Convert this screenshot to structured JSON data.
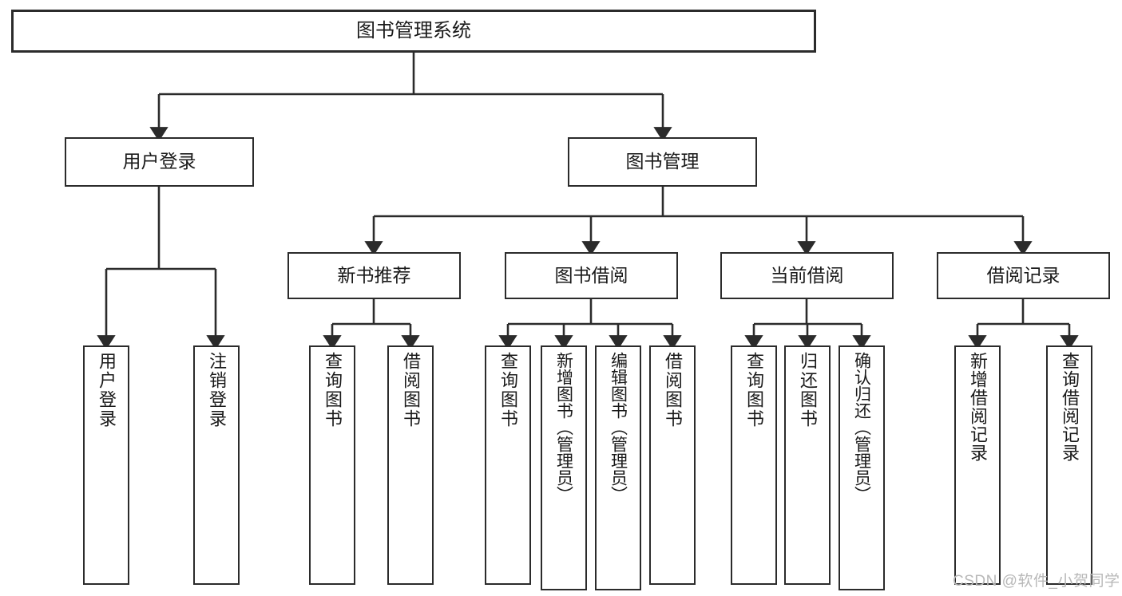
{
  "diagram": {
    "type": "hierarchy-tree",
    "title": "图书管理系统",
    "root": {
      "label": "图书管理系统"
    },
    "level2": [
      {
        "label": "用户登录"
      },
      {
        "label": "图书管理"
      }
    ],
    "level3": [
      {
        "label": "新书推荐"
      },
      {
        "label": "图书借阅"
      },
      {
        "label": "当前借阅"
      },
      {
        "label": "借阅记录"
      }
    ],
    "leaves": {
      "user_login": [
        {
          "label": "用户登录"
        },
        {
          "label": "注销登录"
        }
      ],
      "new_book_recommend": [
        {
          "label": "查询图书"
        },
        {
          "label": "借阅图书"
        }
      ],
      "book_borrow": [
        {
          "label": "查询图书"
        },
        {
          "label": "新增图书（管理员）"
        },
        {
          "label": "编辑图书（管理员）"
        },
        {
          "label": "借阅图书"
        }
      ],
      "current_borrow": [
        {
          "label": "查询图书"
        },
        {
          "label": "归还图书"
        },
        {
          "label": "确认归还（管理员）"
        }
      ],
      "borrow_record": [
        {
          "label": "新增借阅记录"
        },
        {
          "label": "查询借阅记录"
        }
      ]
    }
  },
  "watermark": {
    "text": "CSDN @软件_小贺同学"
  },
  "colors": {
    "background": "#ffffff",
    "box_border": "#2b2b2b",
    "box_fill": "#ffffff",
    "text": "#1a1a1a",
    "connector": "#2b2b2b",
    "watermark": "#b8b8b8"
  }
}
